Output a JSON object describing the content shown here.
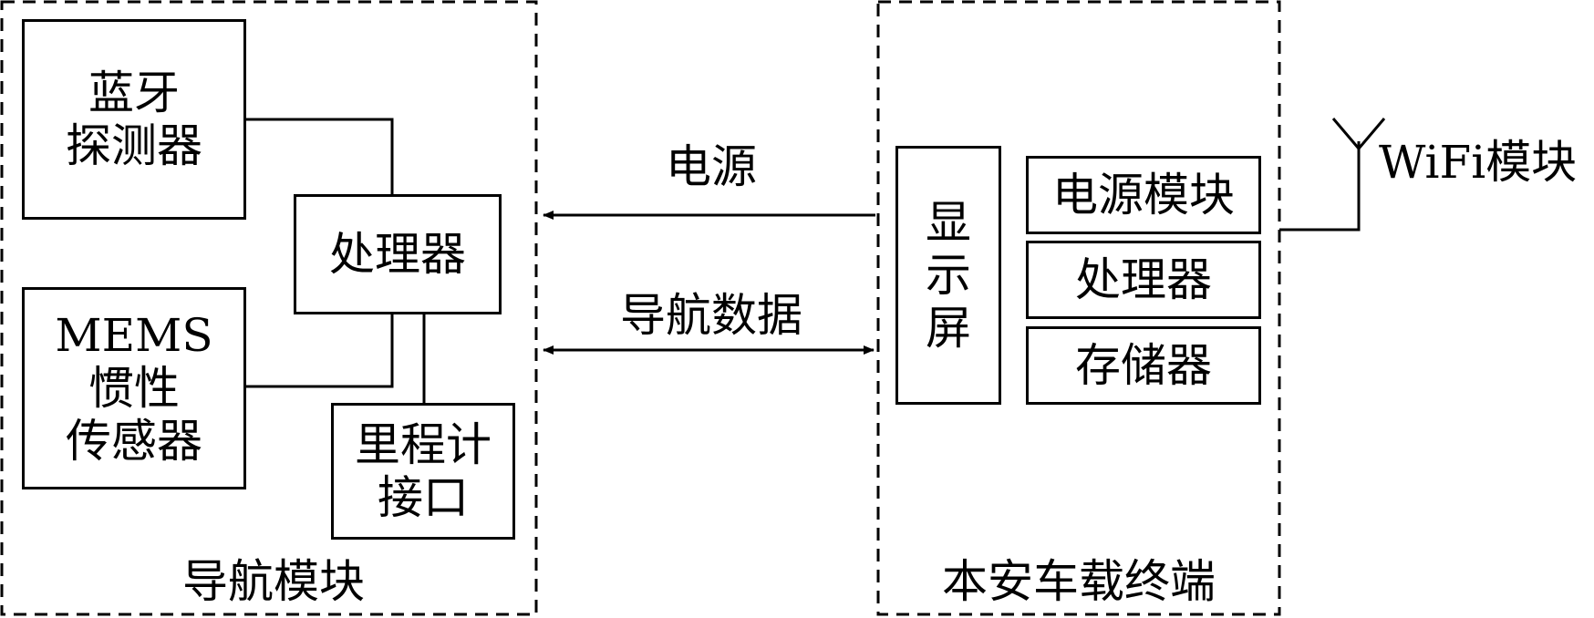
{
  "nav_module": {
    "label": "导航模块",
    "bluetooth": "蓝牙\n探测器",
    "processor": "处理器",
    "mems": "MEMS\n惯性\n传感器",
    "odometer": "里程计\n接口"
  },
  "links": {
    "power": "电源",
    "nav_data": "导航数据"
  },
  "terminal": {
    "label": "本安车载终端",
    "display": "显\n示\n屏",
    "power_module": "电源模块",
    "processor": "处理器",
    "storage": "存储器"
  },
  "wifi": {
    "label": "WiFi模块"
  }
}
